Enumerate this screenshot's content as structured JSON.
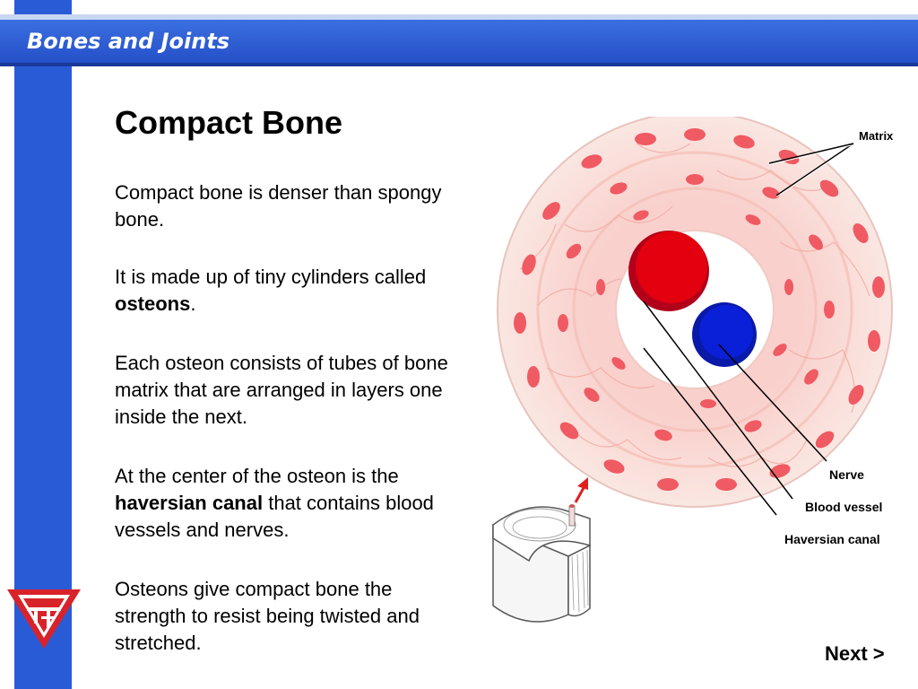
{
  "header": {
    "title": "Bones and Joints"
  },
  "slide": {
    "title": "Compact Bone",
    "p1": "Compact bone is denser than spongy bone.",
    "p2_pre": "It is made up of tiny cylinders called ",
    "p2_bold": "osteons",
    "p2_post": ".",
    "p3": "Each osteon consists of tubes of bone matrix that are arranged in layers one inside the next.",
    "p4_pre": "At the center of the osteon is the ",
    "p4_bold": "haversian canal",
    "p4_post": " that contains blood vessels and nerves.",
    "p5": "Osteons give compact bone the strength to resist being twisted and stretched."
  },
  "labels": {
    "matrix": "Matrix",
    "nerve": "Nerve",
    "blood_vessel": "Blood vessel",
    "haversian_canal": "Haversian canal"
  },
  "nav": {
    "next": "Next >"
  },
  "colors": {
    "brand_blue": "#2a5bd7",
    "logo_red": "#d8232a",
    "vessel_red": "#e3000f",
    "nerve_blue": "#0a1fd8"
  }
}
